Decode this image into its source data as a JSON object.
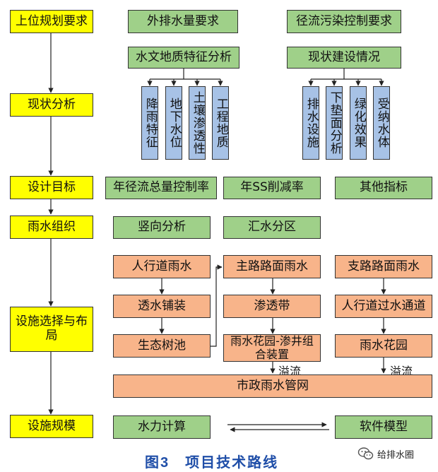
{
  "left_column": {
    "upper_plan": "上位规划要求",
    "status_analysis": "现状分析",
    "design_goal": "设计目标",
    "rain_org": "雨水组织",
    "facility_select": "设施选择与布局",
    "facility_scale": "设施规模"
  },
  "requirements": {
    "drainage": "外排水量要求",
    "runoff_pollution": "径流污染控制要求"
  },
  "analysis": {
    "hydro_geo": "水文地质特征分析",
    "current_construction": "现状建设情况",
    "hydro_items": [
      "降雨特征",
      "地下水位",
      "土壤渗透性",
      "工程地质"
    ],
    "construction_items": [
      "排水设施",
      "下垫面分析",
      "绿化效果",
      "受纳水体"
    ]
  },
  "goals": {
    "runoff_volume": "年径流总量控制率",
    "ss_reduction": "年SS削减率",
    "other": "其他指标"
  },
  "organization": {
    "vertical": "竖向分析",
    "catchment": "汇水分区"
  },
  "facilities": {
    "sidewalk_rain": "人行道雨水",
    "main_road_rain": "主路路面雨水",
    "branch_road_rain": "支路路面雨水",
    "permeable_paving": "透水铺装",
    "infiltration_belt": "渗透带",
    "sidewalk_channel": "人行道过水通道",
    "tree_pool": "生态树池",
    "rain_garden_well": "雨水花园-渗井组合装置",
    "rain_garden": "雨水花园",
    "overflow_1": "溢流",
    "overflow_2": "溢流",
    "municipal_network": "市政雨水管网"
  },
  "scale": {
    "hydraulic": "水力计算",
    "software": "软件模型"
  },
  "caption": {
    "figure": "图3",
    "title": "项目技术路线"
  },
  "watermark": "给排水圈",
  "colors": {
    "yellow": "#ffff00",
    "green": "#9fd089",
    "orange": "#f8b48a",
    "blue": "#a7c2e6",
    "caption": "#1f4ea8"
  }
}
